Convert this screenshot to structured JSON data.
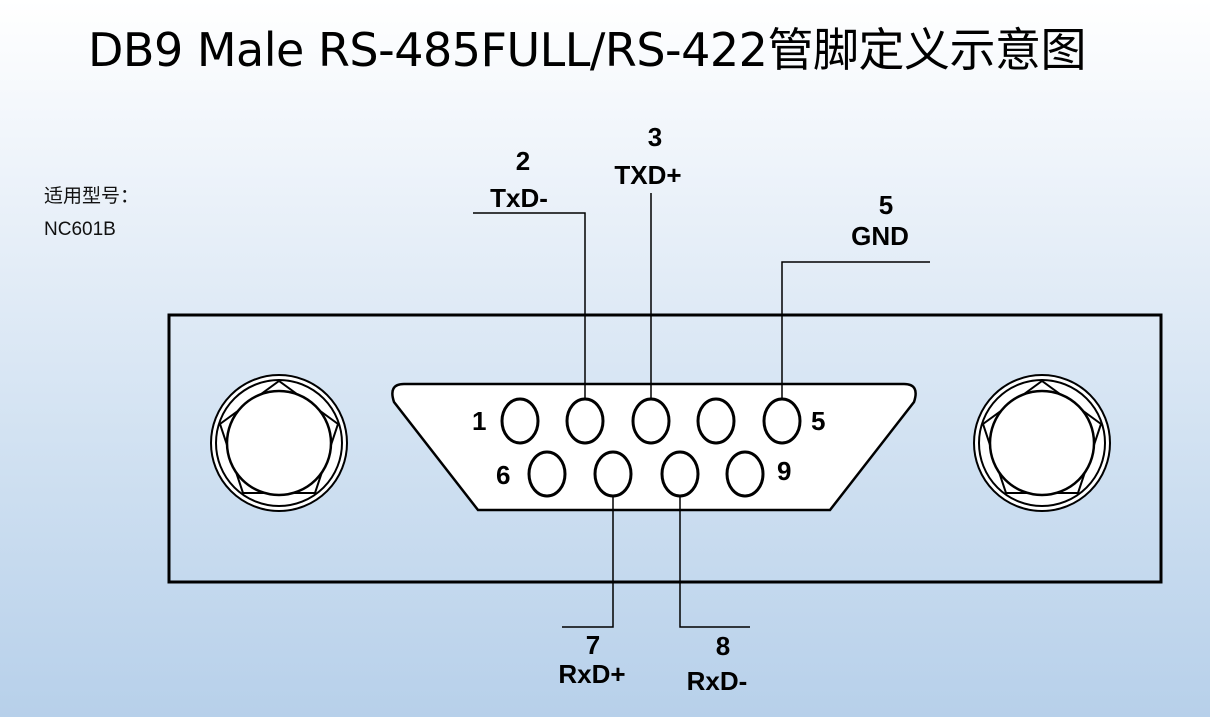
{
  "title": "DB9 Male RS-485FULL/RS-422管脚定义示意图",
  "model": {
    "label": "适用型号：",
    "value": "NC601B"
  },
  "connector": {
    "type": "DB9 Male",
    "row_top": [
      "1",
      "",
      "",
      "",
      "5"
    ],
    "row_bottom": [
      "6",
      "",
      "",
      "9"
    ]
  },
  "signals": [
    {
      "pin": "2",
      "name": "TxD-"
    },
    {
      "pin": "3",
      "name": "TXD+"
    },
    {
      "pin": "5",
      "name": "GND"
    },
    {
      "pin": "7",
      "name": "RxD+"
    },
    {
      "pin": "8",
      "name": "RxD-"
    }
  ]
}
